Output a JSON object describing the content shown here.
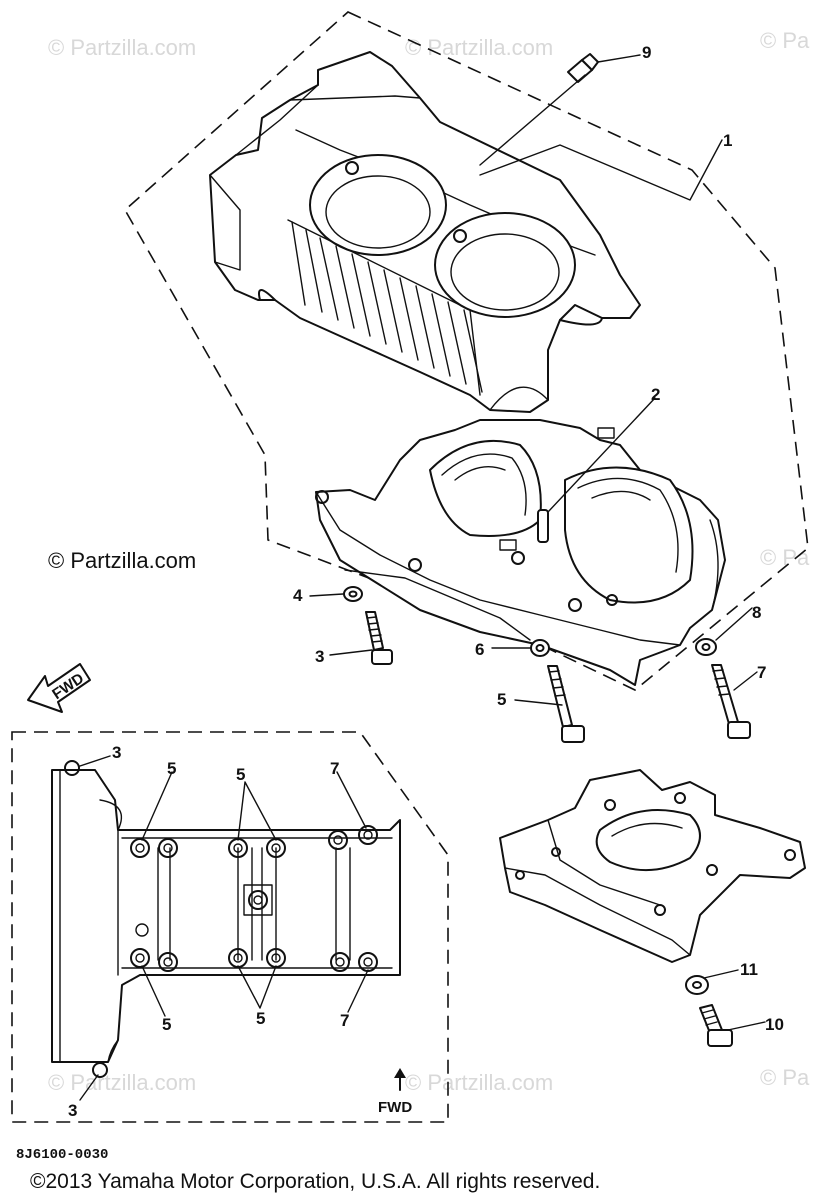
{
  "watermarks": {
    "text": "© Partzilla.com",
    "partial": "© Pa",
    "main": "© Partzilla.com"
  },
  "callouts": {
    "c1": "1",
    "c2": "2",
    "c3": "3",
    "c4": "4",
    "c5": "5",
    "c6": "6",
    "c7": "7",
    "c8": "8",
    "c9": "9",
    "c10": "10",
    "c11": "11"
  },
  "inset_labels": {
    "i3a": "3",
    "i5a": "5",
    "i5b": "5",
    "i7a": "7",
    "i5c": "5",
    "i5d": "5",
    "i7b": "7",
    "i3b": "3"
  },
  "fwd": {
    "arrow_label": "FWD",
    "inset_label": "FWD"
  },
  "diagram_code": "8J6100-0030",
  "copyright": "©2013  Yamaha Motor Corporation, U.S.A. All rights reserved."
}
